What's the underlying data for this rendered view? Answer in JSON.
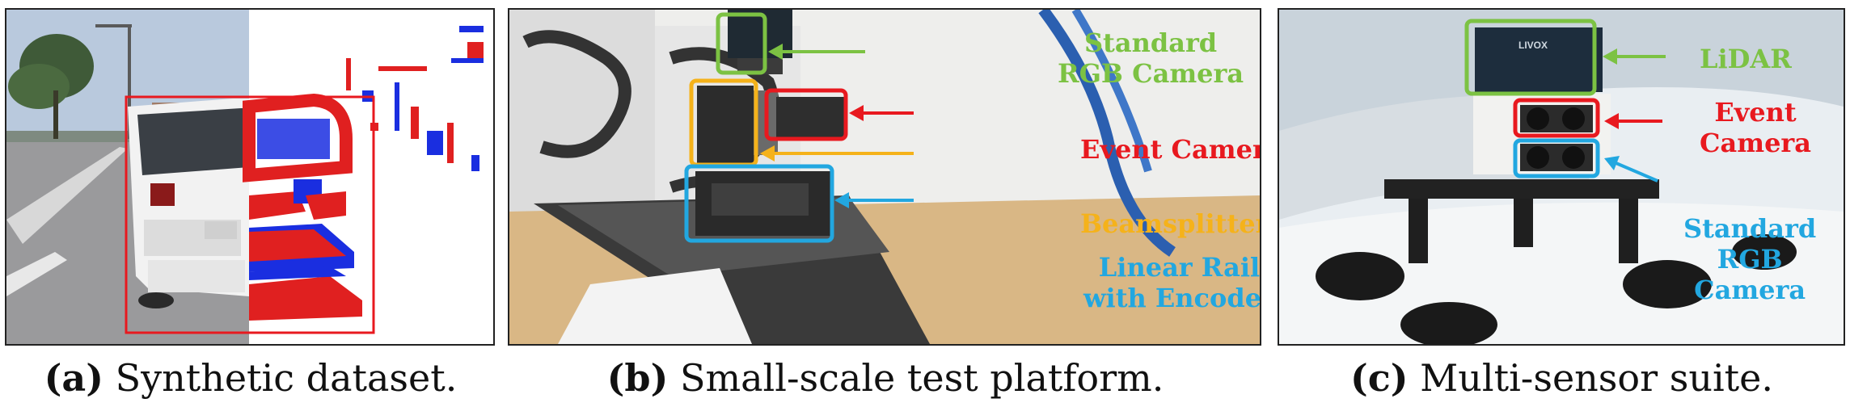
{
  "captions": {
    "a": {
      "tag": "(a)",
      "text": " Synthetic dataset."
    },
    "b": {
      "tag": "(b)",
      "text": " Small-scale test platform."
    },
    "c": {
      "tag": "(c)",
      "text": " Multi-sensor suite."
    }
  },
  "panel_b": {
    "standard_camera_line1": "Standard",
    "standard_camera_line2": "RGB Camera",
    "event_camera": "Event Camera",
    "beamsplitters": "Beamsplitters",
    "rail_line1": "Linear Rail",
    "rail_line2": "with Encoder"
  },
  "panel_c": {
    "lidar": "LiDAR",
    "event_line1": "Event",
    "event_line2": "Camera",
    "std_line1": "Standard",
    "std_line2": "RGB",
    "std_line3": "Camera",
    "lidar_brand": "LIVOX"
  },
  "colors": {
    "green": "#7cc243",
    "red": "#e8191f",
    "orange": "#f5b21a",
    "blue": "#22a7e0",
    "event_red": "#e02020",
    "event_blue": "#1a2ee0"
  }
}
